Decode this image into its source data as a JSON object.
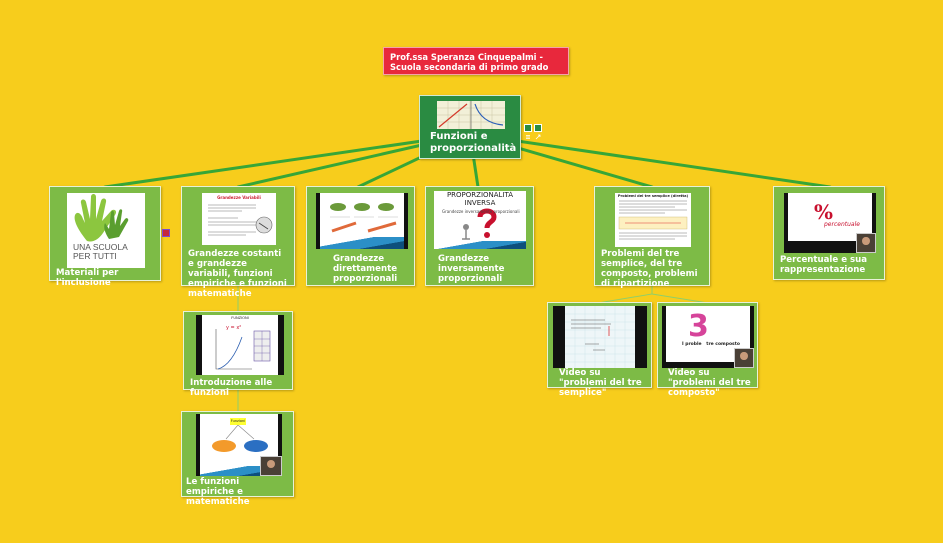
{
  "author": "Prof.ssa Speranza Cinquepalmi  - Scuola secondaria di primo grado",
  "root": {
    "title": "Funzioni e proporzionalità"
  },
  "nodes": {
    "inclusione": {
      "label": "Materiali per l'inclusione",
      "thumb_text": "UNA SCUOLA PER TUTTI"
    },
    "grandezze": {
      "label": "Grandezze costanti e grandezze variabili, funzioni empiriche e funzioni matematiche",
      "thumb_title": "Grandezze Variabili"
    },
    "diretta": {
      "label": "Grandezze direttamente proporzionali"
    },
    "inversa": {
      "label": "Grandezze inversamente proporzionali",
      "thumb_title": "PROPORZIONALITÀ INVERSA",
      "thumb_subtitle": "Grandezze inversamente proporzionali"
    },
    "problemi": {
      "label": "Problemi del tre semplice, del tre composto, problemi di ripartizione",
      "thumb_title": "Problemi del tre semplice (diretta)"
    },
    "percentuale": {
      "label": "Percentuale e sua rappresentazione",
      "thumb_text": "percentuale"
    },
    "intro": {
      "label": "Introduzione alle funzioni",
      "thumb_title": "FUNZIONI",
      "thumb_formula": "y = x²"
    },
    "empiriche": {
      "label": "Le funzioni empiriche e matematiche",
      "thumb_title": "Funzioni"
    },
    "video_semplice": {
      "label": "Video su \"problemi del tre semplice\""
    },
    "video_composto": {
      "label": "Video su \"problemi del tre composto\"",
      "thumb_text": "I proble   tre composto"
    }
  },
  "icons": {
    "notes": "notes-icon",
    "link": "link-icon",
    "attachment": "attachment-icon"
  },
  "colors": {
    "background": "#f7cd1c",
    "node": "#7dbb46",
    "root": "#2a8b42",
    "author": "#e8283c",
    "line": "#37a637"
  }
}
